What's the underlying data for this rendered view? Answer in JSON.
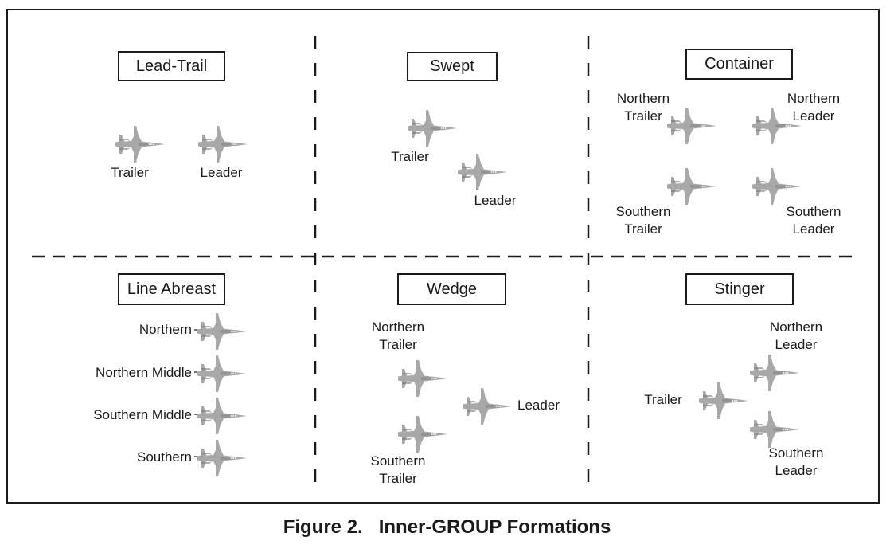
{
  "caption": "Figure 2.   Inner-GROUP Formations",
  "panels": {
    "lead_trail": {
      "title": "Lead-Trail",
      "trailer": "Trailer",
      "leader": "Leader"
    },
    "swept": {
      "title": "Swept",
      "trailer": "Trailer",
      "leader": "Leader"
    },
    "container": {
      "title": "Container",
      "northern_trailer": [
        "Northern",
        "Trailer"
      ],
      "northern_leader": [
        "Northern",
        "Leader"
      ],
      "southern_trailer": [
        "Southern",
        "Trailer"
      ],
      "southern_leader": [
        "Southern",
        "Leader"
      ]
    },
    "line_abreast": {
      "title": "Line Abreast",
      "northern": "Northern",
      "northern_middle": "Northern Middle",
      "southern_middle": "Southern Middle",
      "southern": "Southern"
    },
    "wedge": {
      "title": "Wedge",
      "northern_trailer": [
        "Northern",
        "Trailer"
      ],
      "leader": "Leader",
      "southern_trailer": [
        "Southern",
        "Trailer"
      ]
    },
    "stinger": {
      "title": "Stinger",
      "northern_leader": [
        "Northern",
        "Leader"
      ],
      "trailer": "Trailer",
      "southern_leader": [
        "Southern",
        "Leader"
      ]
    }
  },
  "colors": {
    "aircraft": "#a8a8a8",
    "aircraft_detail": "#7a7a7a",
    "lines": "#1a1a1a"
  },
  "icon": "fighter-jet-icon"
}
